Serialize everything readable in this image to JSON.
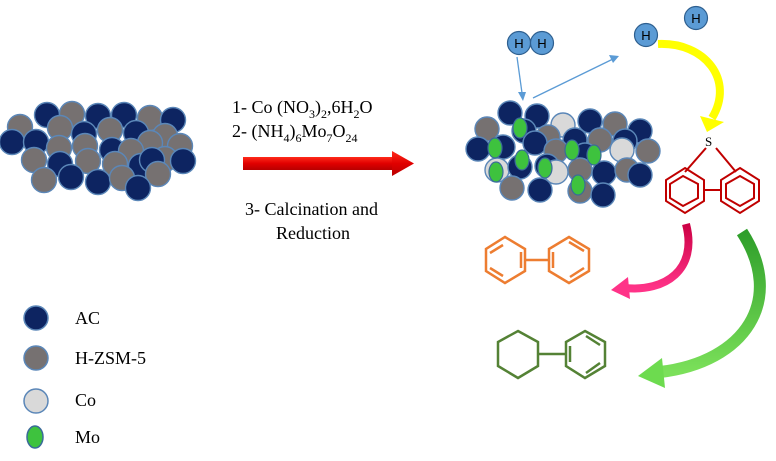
{
  "steps": {
    "step1": "1- Co (NO3)2,6H2O",
    "step2": "2- (NH4)6Mo7O24",
    "step3_line1": "3- Calcination and",
    "step3_line2": "Reduction"
  },
  "legend": [
    {
      "label": "AC",
      "color": "#0d2461"
    },
    {
      "label": "H-ZSM-5",
      "color": "#767171"
    },
    {
      "label": "Co",
      "color": "#d9d9d9"
    },
    {
      "label": "Mo",
      "color": "#3ec23e"
    }
  ],
  "hydrogen_label": "H",
  "sulfur_label": "S",
  "colors": {
    "ac": "#0d2461",
    "zsm": "#767171",
    "co": "#d9d9d9",
    "mo": "#3ec23e",
    "bead_border": "#5b87b8",
    "hydrogen": "#5b9bd5",
    "reaction_arrow": "#ff0000",
    "dbt_ring": "#c00000",
    "biphenyl": "#ed7d31",
    "chb": "#548235",
    "arrow_yellow": "#ffff00",
    "arrow_pink": "#e6005c",
    "arrow_green": "#3cbf2f"
  }
}
